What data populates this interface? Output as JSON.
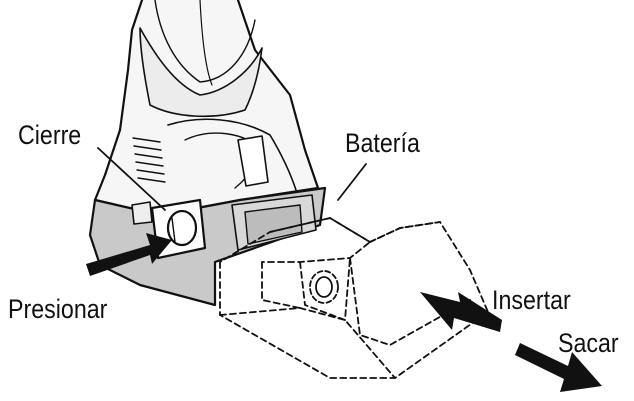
{
  "labels": {
    "cierre": "Cierre",
    "bateria": "Batería",
    "presionar": "Presionar",
    "insertar": "Insertar",
    "sacar": "Sacar"
  },
  "colors": {
    "line": "#111111",
    "body_fill": "#f4f4f4",
    "base_shade": "#c9c9c9",
    "arrow": "#111111"
  }
}
